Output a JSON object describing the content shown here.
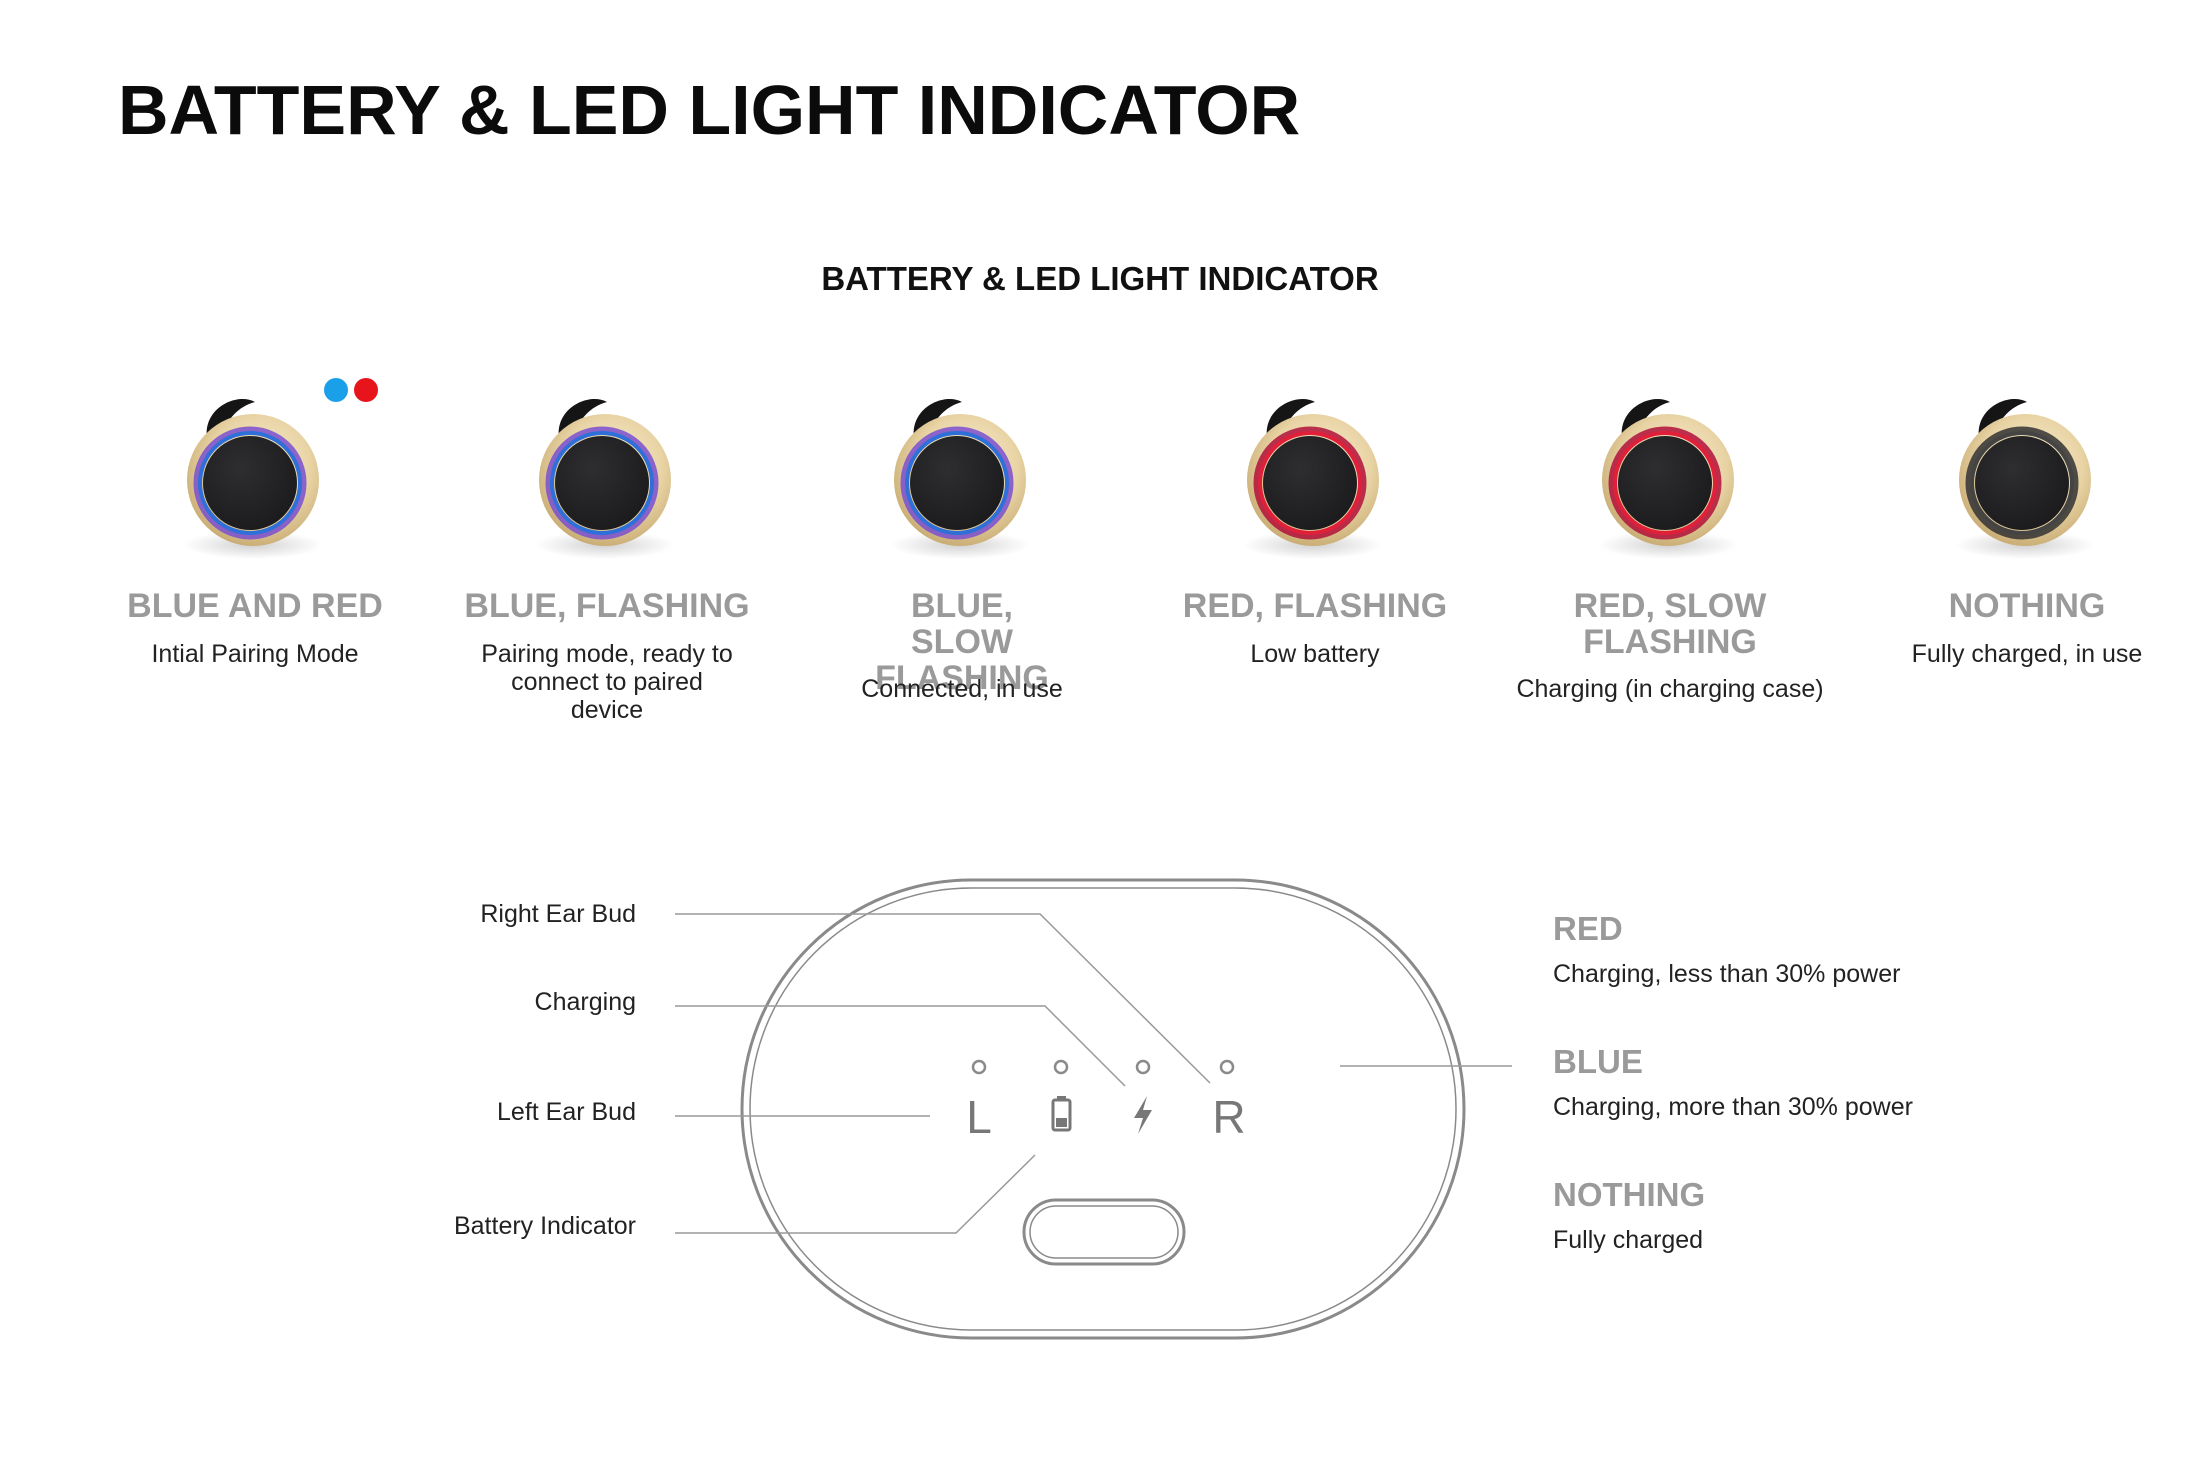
{
  "title": "BATTERY & LED LIGHT INDICATOR",
  "subtitle": "BATTERY & LED LIGHT INDICATOR",
  "earbuds": [
    {
      "state": "BLUE AND RED",
      "desc": "Intial Pairing Mode",
      "ring_color": "#2f6fd8",
      "ring_glow": "#7a4fd0"
    },
    {
      "state": "BLUE, FLASHING",
      "desc": "Pairing mode, ready to connect to paired device",
      "ring_color": "#2f6fd8",
      "ring_glow": "#7a4fd0"
    },
    {
      "state": "BLUE, SLOW FLASHING",
      "desc": "Connected, in use",
      "ring_color": "#2f6fd8",
      "ring_glow": "#7a4fd0"
    },
    {
      "state": "RED, FLASHING",
      "desc": "Low battery",
      "ring_color": "#e0203a",
      "ring_glow": "#b0103a"
    },
    {
      "state": "RED, SLOW FLASHING",
      "desc": "Charging (in charging case)",
      "ring_color": "#e0203a",
      "ring_glow": "#b0103a"
    },
    {
      "state": "NOTHING",
      "desc": "Fully charged, in use",
      "ring_color": "#444444",
      "ring_glow": "#333333"
    }
  ],
  "dots": {
    "blue": "#1aa0e8",
    "red": "#e8141c"
  },
  "callouts": {
    "right_ear_bud": "Right Ear Bud",
    "charging": "Charging",
    "left_ear_bud": "Left Ear Bud",
    "battery_indicator": "Battery Indicator"
  },
  "case_labels": {
    "left": "L",
    "right": "R"
  },
  "legend": [
    {
      "state": "RED",
      "desc": "Charging, less than 30% power"
    },
    {
      "state": "BLUE",
      "desc": "Charging, more than 30% power"
    },
    {
      "state": "NOTHING",
      "desc": "Fully charged"
    }
  ],
  "colors": {
    "outline": "#8a8a8a",
    "gold": "#e8d3a4",
    "bud_black": "#1b1b1d"
  }
}
